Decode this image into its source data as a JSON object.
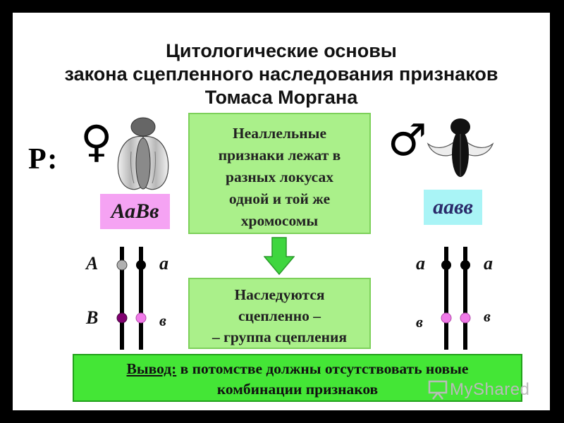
{
  "title": {
    "line1": "Цитологические основы",
    "line2": "закона сцепленного наследования признаков",
    "line3": "Томаса Моргана"
  },
  "parents": {
    "label": "Р:",
    "female": {
      "symbol": "♀",
      "symbol_icon": "female-symbol-icon",
      "genotype": "АаВв",
      "genotype_color": "#f5a3f3"
    },
    "male": {
      "symbol": "♂",
      "symbol_icon": "male-symbol-icon",
      "genotype": "аавв",
      "genotype_color": "#a9f4f6"
    }
  },
  "statement_box": {
    "lines": [
      "Неаллельные",
      "признаки лежат в",
      "разных локусах",
      "одной и той же",
      "хромосомы"
    ]
  },
  "result_box": {
    "lines": [
      "Наследуются",
      "сцепленно –",
      "– группа сцепления"
    ]
  },
  "conclusion": {
    "label": "Вывод:",
    "line1_rest": " в потомстве должны отсутствовать новые",
    "line2": "комбинации признаков"
  },
  "chromosomes": {
    "female": {
      "top_left": "А",
      "top_right": "а",
      "bottom_left": "В",
      "bottom_right": "в"
    },
    "male": {
      "top_left": "а",
      "top_right": "а",
      "bottom_left": "в",
      "bottom_right": "в"
    }
  },
  "colors": {
    "box_light_green": "#aaf08a",
    "box_conclusion_green": "#44e636",
    "arrow_green": "#3fd63f",
    "allele_gray": "#b0b0b0",
    "allele_black": "#000000",
    "allele_purple": "#800070",
    "allele_pink": "#f07ae8"
  },
  "watermark": "MyShared"
}
